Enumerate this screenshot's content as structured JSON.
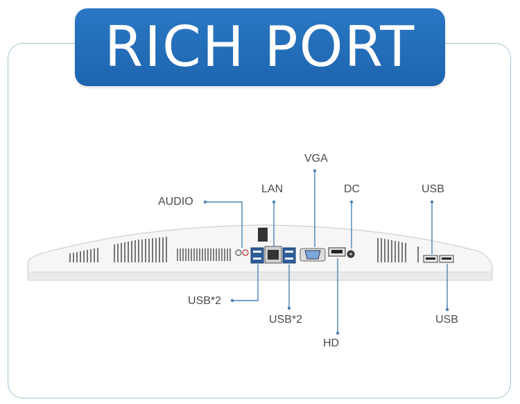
{
  "title": "RICH PORT",
  "labels": {
    "audio": "AUDIO",
    "lan": "LAN",
    "vga": "VGA",
    "dc": "DC",
    "usb_top": "USB",
    "usb_left": "USB*2",
    "usb_mid": "USB*2",
    "hd": "HD",
    "usb_bottom": "USB"
  }
}
